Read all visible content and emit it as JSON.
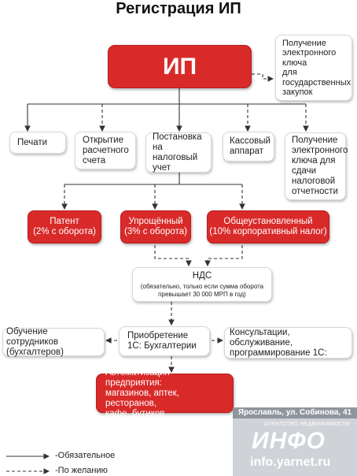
{
  "title": "Регистрация ИП",
  "root": {
    "label": "ИП"
  },
  "top_right": {
    "label": "Получение\nэлектронного\nключа\nдля\nгосударственных\nзакупок"
  },
  "level1": [
    {
      "label": "Печати"
    },
    {
      "label": "Открытие\nрасчетного\nсчета"
    },
    {
      "label": "Постановка\nна налоговый\nучет"
    },
    {
      "label": "Кассовый\nаппарат"
    },
    {
      "label": "Получение\nэлектронного\nключа для\nсдачи\nналоговой\nотчетности"
    }
  ],
  "tax_regimes": [
    {
      "label": "Патент\n(2% с оборота)"
    },
    {
      "label": "Упрощённый\n(3% с оборота)"
    },
    {
      "label": "Общеустановленный\n(10% корпоративный налог)"
    }
  ],
  "vat": {
    "title": "НДС",
    "note": "(обязательно, только если сумма оборота\nпревышает 30 000 МРП в год)"
  },
  "purchase_1c": {
    "label": "Приобретение\n1С: Бухгалтерии"
  },
  "training": {
    "label": "Обучение сотрудников\n(бухгалтеров)"
  },
  "consulting": {
    "label": "Консультации, обслуживание,\nпрограммирование 1С:"
  },
  "automation": {
    "label": "Автоматизация предприятия:\nмагазинов, аптек, ресторанов,\nкафе, бутиков"
  },
  "legend": {
    "mandatory": "-Обязательное",
    "optional": "-По желанию"
  },
  "watermark": {
    "address": "Ярославль, ул. Собинова, 41",
    "agency": "АГЕНТСТВО НЕДВИЖИМОСТИ",
    "logo": "ИНФО",
    "url": "info.yarnet.ru"
  },
  "colors": {
    "accent_red": "#d92a2a",
    "line": "#333333",
    "box_border": "#d8d8d8"
  }
}
